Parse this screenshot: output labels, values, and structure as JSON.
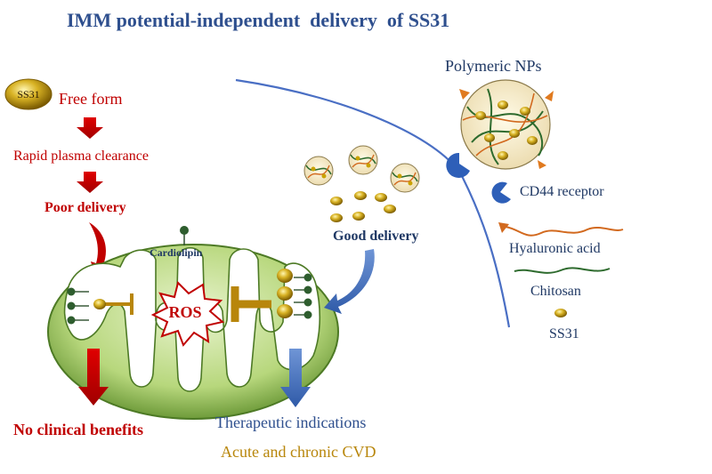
{
  "title": "IMM potential-independent  delivery  of SS31",
  "left_panel": {
    "pill_label": "SS31",
    "free_form": "Free form",
    "clearance": "Rapid plasma clearance",
    "poor": "Poor delivery",
    "no_benefit": "No clinical benefits"
  },
  "mito": {
    "cardiolipin": "Cardiolipin",
    "ros": "ROS"
  },
  "right_panel": {
    "good": "Good delivery",
    "therapeutic": "Therapeutic indications",
    "cvd": "Acute and chronic CVD"
  },
  "legend": {
    "nps": "Polymeric NPs",
    "cd44": "CD44 receptor",
    "ha": "Hyaluronic acid",
    "chitosan": "Chitosan",
    "ss31": "SS31"
  },
  "colors": {
    "title": "#2e4f8e",
    "red": "#c00000",
    "navy": "#1f3864",
    "blue_arrow": "#4472c4",
    "gold_text": "#b8860b",
    "membrane": "#5b8f3a",
    "orange_strand": "#d2691e",
    "green_strand": "#2e6b2e"
  }
}
